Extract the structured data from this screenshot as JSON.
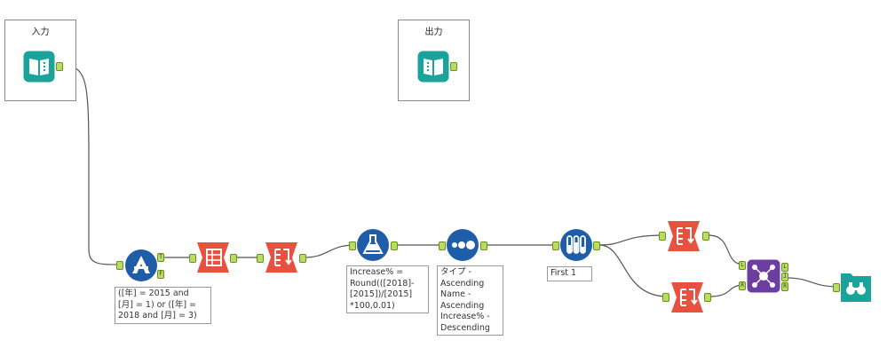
{
  "containers": {
    "input": {
      "title": "入力"
    },
    "output": {
      "title": "出力"
    }
  },
  "annotations": {
    "filter": "([年] = 2015 and\n[月] = 1) or ([年] =\n2018 and [月] = 3)",
    "formula": "Increase% =\nRound(([2018]-\n[2015])/[2015]\n*100,0.01)",
    "sort": "タイプ -\nAscending\nName -\nAscending\nIncrease% -\nDescending",
    "sample": "First 1"
  },
  "anchor_labels": {
    "true": "T",
    "false": "F",
    "left": "L",
    "right": "R",
    "join": "J"
  },
  "colors": {
    "input_tool": "#1aa39b",
    "prep_tool": "#1f5da8",
    "transform_tool": "#e8513f",
    "join_tool": "#6c3ea0",
    "connector": "#c7e08a",
    "wire": "#555555"
  },
  "icons": [
    "book-input-icon",
    "book-output-icon",
    "filter-icon",
    "crosstab-icon",
    "select-icon",
    "formula-icon",
    "sort-icon",
    "sample-icon",
    "join-icon",
    "browse-icon"
  ]
}
